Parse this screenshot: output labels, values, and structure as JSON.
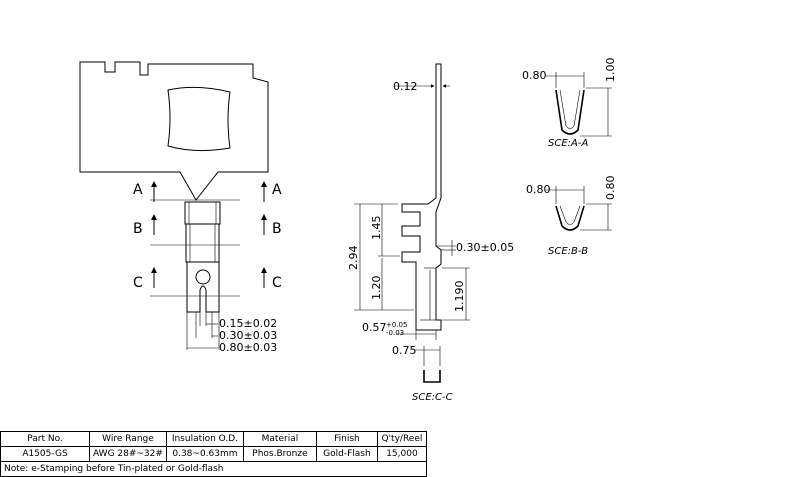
{
  "drawing": {
    "front_view": {
      "cut_labels_left": [
        "A",
        "B",
        "C"
      ],
      "cut_labels_right": [
        "A",
        "B",
        "C"
      ],
      "dims": [
        "0.15±0.02",
        "0.30±0.03",
        "0.80±0.03"
      ]
    },
    "side_view": {
      "dims": {
        "thickness": "0.12",
        "overall_height": "2.94",
        "upper_height": "1.45",
        "lower_height": "1.20",
        "right_height": "1.190",
        "gap": "0.30±0.05",
        "width_base": "0.57",
        "width_tol_upper": "+0.05",
        "width_tol_lower": "-0.03"
      }
    },
    "sections": [
      {
        "title": "SCE:A-A",
        "width": "0.80",
        "height": "1.00"
      },
      {
        "title": "SCE:B-B",
        "width": "0.80",
        "height": "0.80"
      },
      {
        "title": "SCE:C-C",
        "width": "0.75"
      }
    ]
  },
  "table": {
    "headers": [
      "Part No.",
      "Wire Range",
      "Insulation O.D.",
      "Material",
      "Finish",
      "Q'ty/Reel"
    ],
    "row": [
      "A1505-GS",
      "AWG 28#~32#",
      "0.38~0.63mm",
      "Phos.Bronze",
      "Gold-Flash",
      "15,000"
    ],
    "note": "Note: e-Stamping before Tin-plated or Gold-flash"
  }
}
